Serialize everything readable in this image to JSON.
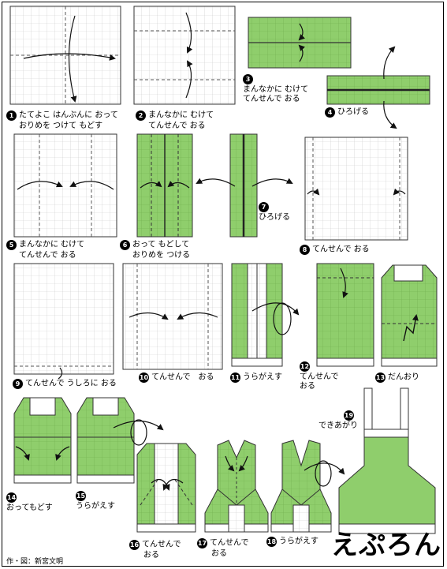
{
  "title": "えぷろん",
  "credit": "作・図：新宮文明",
  "colors": {
    "paper_green": "#8fce6c",
    "line": "#222222"
  },
  "steps": [
    {
      "num": "1",
      "text_lines": [
        "たてよこ はんぶんに おって",
        "おりめを つけて もどす"
      ]
    },
    {
      "num": "2",
      "text_lines": [
        "まんなかに むけて",
        "てんせんで おる"
      ]
    },
    {
      "num": "3",
      "text_lines": [
        "まんなかに むけて",
        "てんせんで おる"
      ]
    },
    {
      "num": "4",
      "text_lines": [
        "ひろげる"
      ]
    },
    {
      "num": "5",
      "text_lines": [
        "まんなかに むけて",
        "てんせんで おる"
      ]
    },
    {
      "num": "6",
      "text_lines": [
        "おって もどして",
        "おりめを つける"
      ]
    },
    {
      "num": "7",
      "text_lines": [
        "ひろげる"
      ]
    },
    {
      "num": "8",
      "text_lines": [
        "てんせんで おる"
      ]
    },
    {
      "num": "9",
      "text_lines": [
        "てんせんで うしろに おる"
      ]
    },
    {
      "num": "10",
      "text_lines": [
        "てんせんで　おる"
      ]
    },
    {
      "num": "11",
      "text_lines": [
        "うらがえす"
      ]
    },
    {
      "num": "12",
      "text_lines": [
        "てんせんで",
        "おる"
      ]
    },
    {
      "num": "13",
      "text_lines": [
        "だんおり"
      ]
    },
    {
      "num": "14",
      "text_lines": [
        "おってもどす"
      ]
    },
    {
      "num": "15",
      "text_lines": [
        "うらがえす"
      ]
    },
    {
      "num": "16",
      "text_lines": [
        "てんせんで",
        "おる"
      ]
    },
    {
      "num": "17",
      "text_lines": [
        "てんせんで",
        "おる"
      ]
    },
    {
      "num": "18",
      "text_lines": [
        "うらがえす"
      ]
    },
    {
      "num": "19",
      "text_lines": [
        "できあがり"
      ]
    }
  ]
}
